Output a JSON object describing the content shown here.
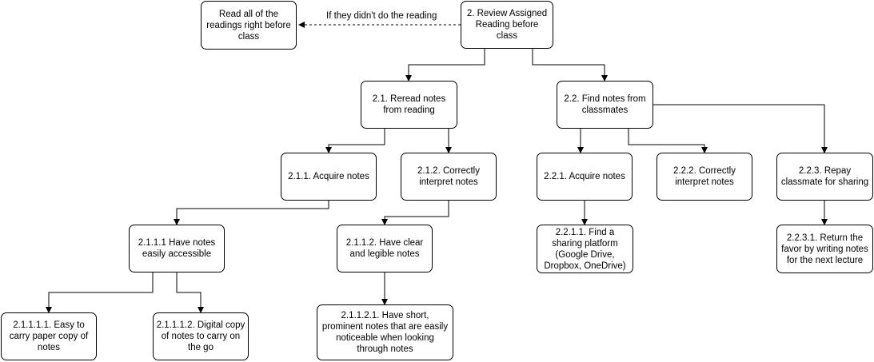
{
  "nodes": {
    "root": "2. Review Assigned\nReading before class",
    "skip": "Read all of the\nreadings right before\nclass",
    "n21": "2.1. Reread notes\nfrom reading",
    "n22": "2.2. Find notes from\nclassmates",
    "n211": "2.1.1. Acquire notes",
    "n212": "2.1.2. Correctly\ninterpret notes",
    "n221": "2.2.1. Acquire notes",
    "n222": "2.2.2. Correctly\ninterpret notes",
    "n223": "2.2.3. Repay\nclassmate for sharing",
    "n2111": "2.1.1.1 Have notes\neasily accessible",
    "n2112": "2.1.1.2. Have clear\nand legible notes",
    "n2211": "2.2.1.1. Find a\nsharing platform\n(Google Drive,\nDropbox, OneDrive)",
    "n2231": "2.2.3.1. Return the\nfavor by writing notes\nfor the next lecture",
    "n21111": "2.1.1.1.1. Easy to\ncarry paper copy of\nnotes",
    "n21112": "2.1.1.1.2. Digital copy\nof notes to carry on\nthe go",
    "n21121": "2.1.1.2.1. Have short,\nprominent notes that are easily\nnoticeable when looking\nthrough notes"
  },
  "edge_labels": {
    "skip_condition": "If they didn't do the reading"
  }
}
